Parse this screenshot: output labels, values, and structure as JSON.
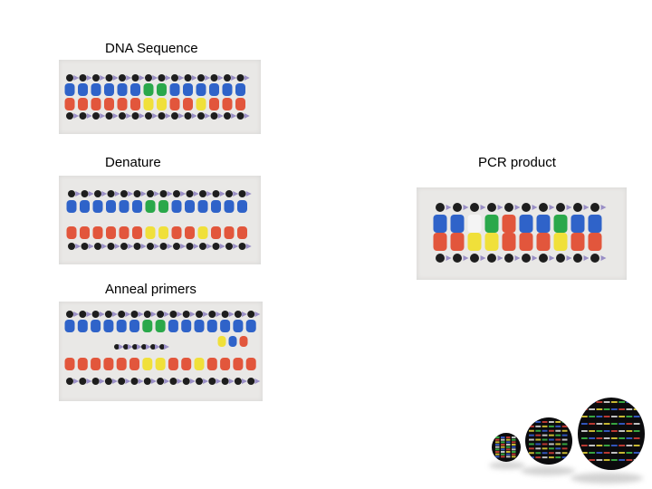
{
  "slide": {
    "labels": {
      "dna_sequence": "DNA Sequence",
      "denature": "Denature",
      "anneal_primers": "Anneal primers",
      "pcr_product": "PCR product"
    },
    "colors": {
      "blue": "#2f63c9",
      "red": "#e2563c",
      "green": "#2aa84a",
      "yellow": "#f0e03a",
      "black": "#1e1e1e",
      "purple": "#9a8fc6",
      "white": "#f4f4f4",
      "background": "#e9e8e6"
    }
  }
}
